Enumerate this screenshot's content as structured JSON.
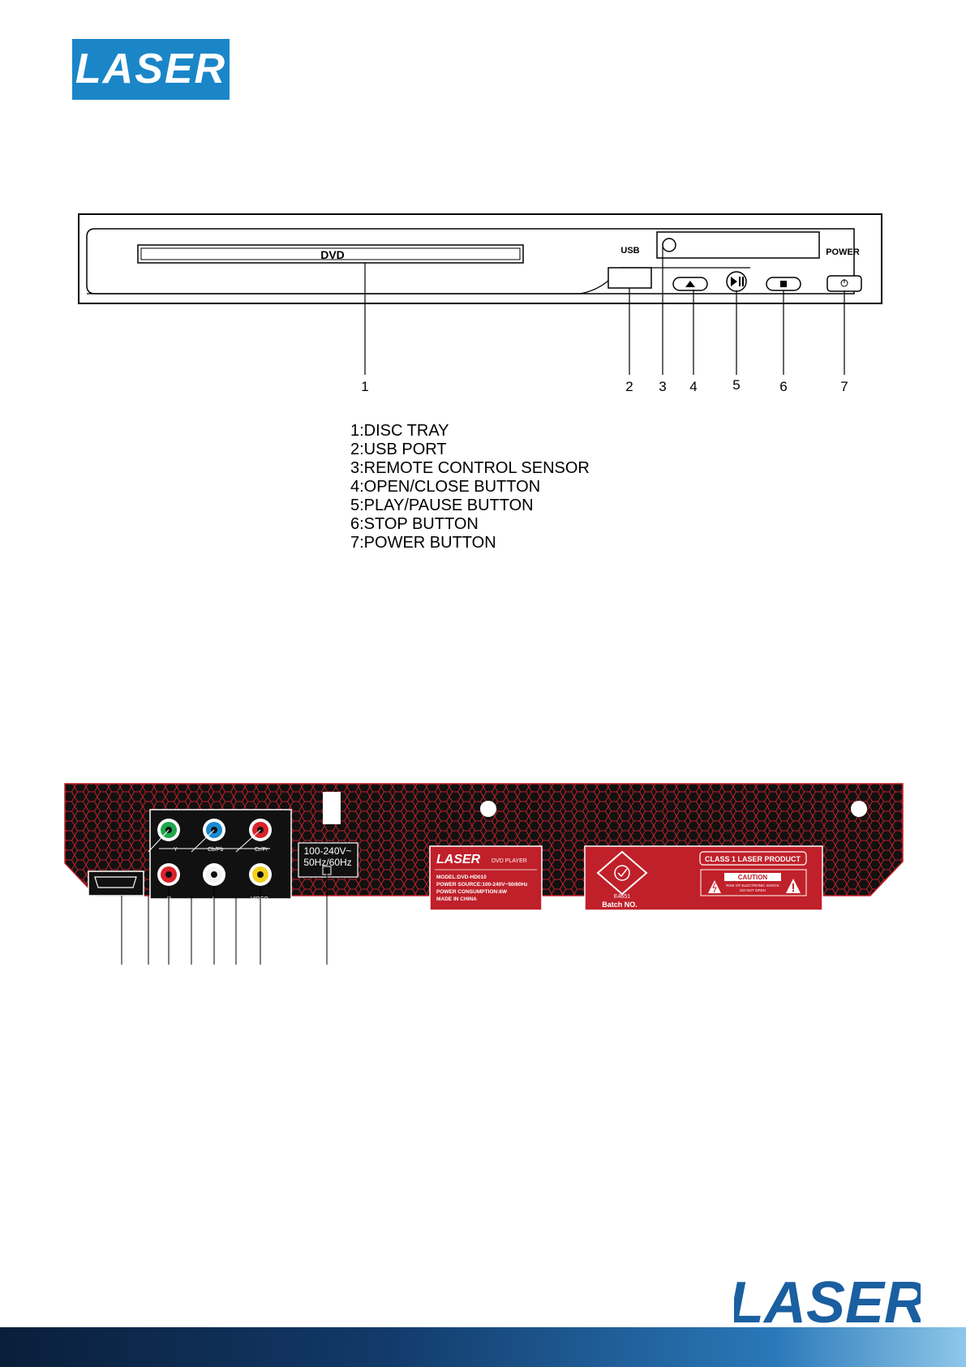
{
  "brand": {
    "logo_text": "LASER"
  },
  "front_panel": {
    "tray_label": "DVD",
    "usb_label": "USB",
    "power_label": "POWER",
    "callouts": [
      "1",
      "2",
      "3",
      "4",
      "5",
      "6",
      "7"
    ]
  },
  "legend": [
    "1:DISC TRAY",
    "2:USB PORT",
    "3:REMOTE CONTROL SENSOR",
    "4:OPEN/CLOSE BUTTON",
    "5:PLAY/PAUSE BUTTON",
    "6:STOP BUTTON",
    "7:POWER BUTTON"
  ],
  "rear_panel": {
    "port_labels": {
      "hdmi": "HDMI",
      "y": "Y",
      "cb": "Cb/Pb",
      "cr": "Cr/Pr",
      "r": "R",
      "l": "L",
      "video": "VIDEO"
    },
    "power_spec_line1": "100-240V~",
    "power_spec_line2": "50Hz/60Hz",
    "label_brand": "LASER",
    "label_product": "DVD PLAYER",
    "label_lines": [
      "MODEL:DVD-HD010",
      "POWER SOURCE:100-240V~50/60Hz",
      "POWER CONSUMPTION:6W",
      "MADE IN CHINA"
    ],
    "rcm_code": "E4651",
    "batch": "Batch NO.",
    "class_label": "CLASS 1 LASER PRODUCT",
    "caution": "CAUTION",
    "caution_sub1": "RISK OF ELECTRONIC SHOCK",
    "caution_sub2": "DO NOT OPEN"
  },
  "colors": {
    "brand_blue": "#1a86c8",
    "panel_red": "#c0202a",
    "panel_black": "#111111"
  }
}
